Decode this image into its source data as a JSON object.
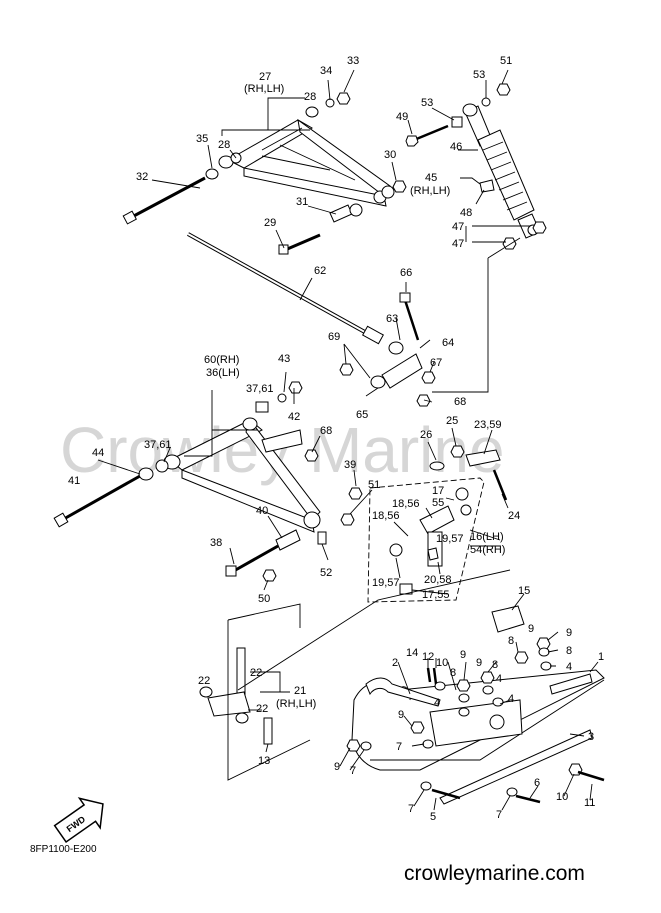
{
  "watermark": "Crowley Marine",
  "diagram_code": "8FP1100-E200",
  "website": "crowleymarine.com",
  "fwd_label": "FWD",
  "callouts": {
    "c1": "1",
    "c2": "2",
    "c3": "3",
    "c4a": "4",
    "c4b": "4",
    "c4c": "4",
    "c5": "5",
    "c6": "6",
    "c7a": "7",
    "c7b": "7",
    "c7c": "7",
    "c8a": "8",
    "c8b": "8",
    "c8c": "8",
    "c8d": "8",
    "c9a": "9",
    "c9b": "9",
    "c9c": "9",
    "c9d": "9",
    "c9e": "9",
    "c10a": "10",
    "c10b": "10",
    "c11": "11",
    "c12": "12",
    "c13": "13",
    "c14": "14",
    "c15": "15",
    "c16": "16(LH)",
    "c54": "54(RH)",
    "c1756a": "17",
    "c55a": "55",
    "c1856a": "18,56",
    "c1856b": "18,56",
    "c1957a": "19,57",
    "c1957b": "19,57",
    "c2058": "20,58",
    "c1755": "17,55",
    "c21": "21",
    "c21b": "(RH,LH)",
    "c22a": "22",
    "c22b": "22",
    "c22c": "22",
    "c2359": "23,59",
    "c24": "24",
    "c25": "25",
    "c26": "26",
    "c27": "27",
    "c27b": "(RH,LH)",
    "c28a": "28",
    "c28b": "28",
    "c29": "29",
    "c30": "30",
    "c31": "31",
    "c32": "32",
    "c33": "33",
    "c34": "34",
    "c35": "35",
    "c3761a": "37,61",
    "c3761b": "37,61",
    "c38": "38",
    "c39": "39",
    "c40": "40",
    "c41": "41",
    "c42": "42",
    "c43": "43",
    "c44": "44",
    "c45": "45",
    "c45b": "(RH,LH)",
    "c46": "46",
    "c47a": "47",
    "c47b": "47",
    "c48": "48",
    "c49": "49",
    "c50": "50",
    "c51a": "51",
    "c51b": "51",
    "c52": "52",
    "c53a": "53",
    "c53b": "53",
    "c60": "60(RH)",
    "c36": "36(LH)",
    "c62": "62",
    "c63": "63",
    "c64": "64",
    "c65": "65",
    "c66": "66",
    "c67": "67",
    "c68a": "68",
    "c68b": "68",
    "c69": "69"
  }
}
